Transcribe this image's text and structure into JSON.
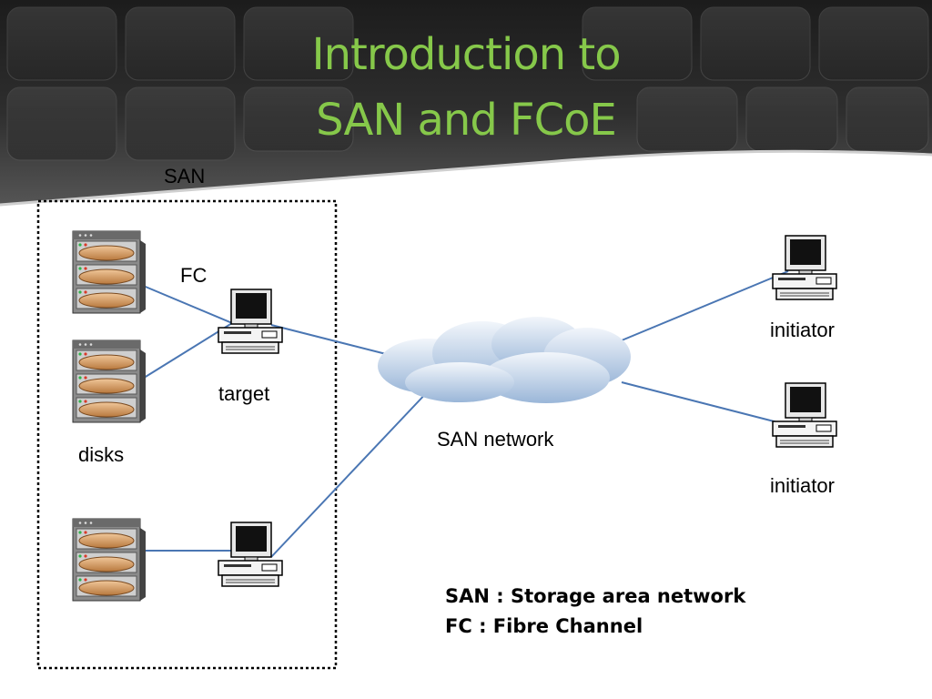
{
  "slide": {
    "title_line1": "Introduction to",
    "title_line2": "SAN and FCoE"
  },
  "diagram": {
    "san_boundary_label": "SAN",
    "fc_label": "FC",
    "target_label": "target",
    "disks_label": "disks",
    "network_label": "SAN network",
    "initiator_top_label": "initiator",
    "initiator_bottom_label": "initiator"
  },
  "legend": {
    "line1": "SAN : Storage area network",
    "line2": "FC : Fibre Channel"
  },
  "colors": {
    "title": "#86c84a",
    "header_dark": "#2a2a2a",
    "connection_line": "#4a76b3",
    "cloud": "#b8cee6"
  }
}
